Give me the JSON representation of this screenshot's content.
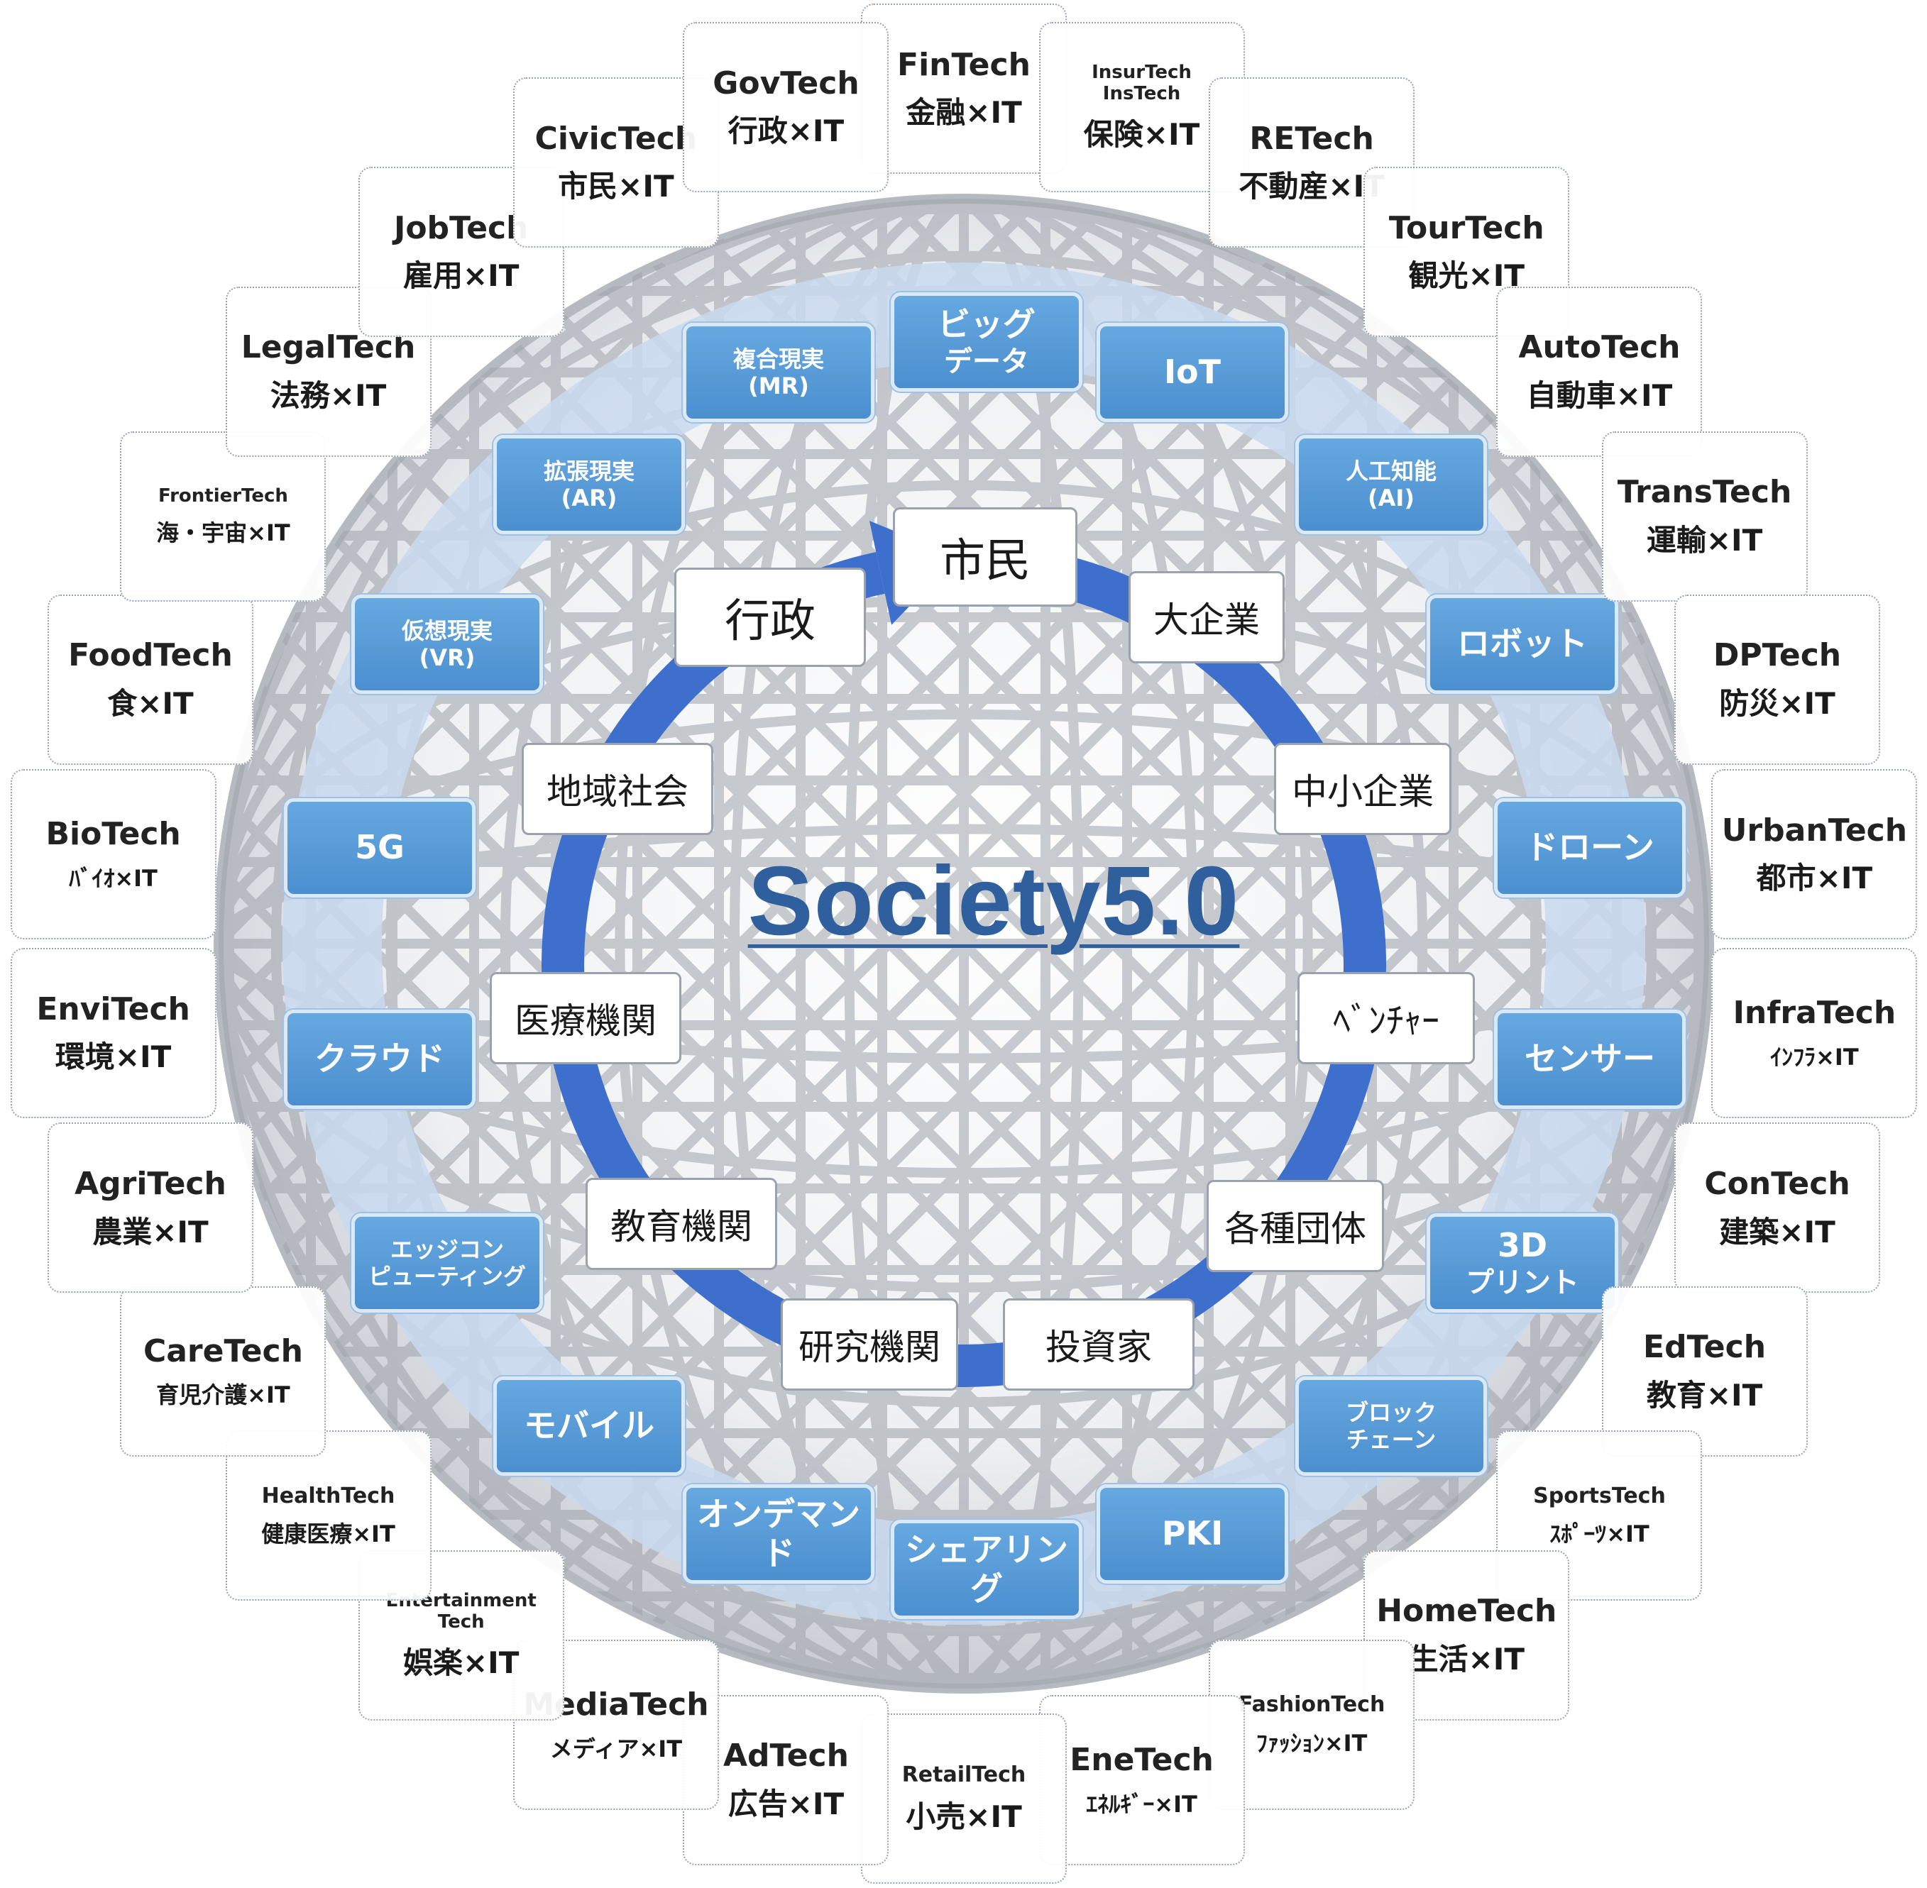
{
  "title": "Society5.0",
  "colors": {
    "tech_box_fill": "#5b9bd5",
    "cycle_arrow": "#3f6fcc",
    "band": "#c9d9ef",
    "title": "#2f5f9d"
  },
  "actors": [
    {
      "label": "市民"
    },
    {
      "label": "大企業"
    },
    {
      "label": "中小企業"
    },
    {
      "label": "ﾍﾞﾝﾁｬｰ"
    },
    {
      "label": "各種団体"
    },
    {
      "label": "投資家"
    },
    {
      "label": "研究機関"
    },
    {
      "label": "教育機関"
    },
    {
      "label": "医療機関"
    },
    {
      "label": "地域社会"
    },
    {
      "label": "行政"
    }
  ],
  "technologies": [
    {
      "lines": [
        "ビッグ",
        "データ"
      ]
    },
    {
      "lines": [
        "IoT"
      ]
    },
    {
      "lines": [
        "人工知能",
        "(AI)"
      ]
    },
    {
      "lines": [
        "ロボット"
      ]
    },
    {
      "lines": [
        "ドローン"
      ]
    },
    {
      "lines": [
        "センサー"
      ]
    },
    {
      "lines": [
        "3D",
        "プリント"
      ]
    },
    {
      "lines": [
        "ブロック",
        "チェーン"
      ]
    },
    {
      "lines": [
        "PKI"
      ]
    },
    {
      "lines": [
        "シェアリング"
      ]
    },
    {
      "lines": [
        "オンデマンド"
      ]
    },
    {
      "lines": [
        "モバイル"
      ]
    },
    {
      "lines": [
        "エッジコン",
        "ピューティング"
      ]
    },
    {
      "lines": [
        "クラウド"
      ]
    },
    {
      "lines": [
        "5G"
      ]
    },
    {
      "lines": [
        "仮想現実",
        "(VR)"
      ]
    },
    {
      "lines": [
        "拡張現実",
        "(AR)"
      ]
    },
    {
      "lines": [
        "複合現実",
        "(MR)"
      ]
    }
  ],
  "techs": [
    {
      "en": "FinTech",
      "ja": "金融×IT"
    },
    {
      "en": "InsurTech\nInsTech",
      "ja": "保険×IT"
    },
    {
      "en": "RETech",
      "ja": "不動産×IT"
    },
    {
      "en": "TourTech",
      "ja": "観光×IT"
    },
    {
      "en": "AutoTech",
      "ja": "自動車×IT"
    },
    {
      "en": "TransTech",
      "ja": "運輸×IT"
    },
    {
      "en": "DPTech",
      "ja": "防災×IT"
    },
    {
      "en": "UrbanTech",
      "ja": "都市×IT"
    },
    {
      "en": "InfraTech",
      "ja": "ｲﾝﾌﾗ×IT"
    },
    {
      "en": "ConTech",
      "ja": "建築×IT"
    },
    {
      "en": "EdTech",
      "ja": "教育×IT"
    },
    {
      "en": "SportsTech",
      "ja": "ｽﾎﾟｰﾂ×IT"
    },
    {
      "en": "HomeTech",
      "ja": "生活×IT"
    },
    {
      "en": "FashionTech",
      "ja": "ﾌｧｯｼｮﾝ×IT"
    },
    {
      "en": "EneTech",
      "ja": "ｴﾈﾙｷﾞｰ×IT"
    },
    {
      "en": "RetailTech",
      "ja": "小売×IT"
    },
    {
      "en": "AdTech",
      "ja": "広告×IT"
    },
    {
      "en": "MediaTech",
      "ja": "メディア×IT"
    },
    {
      "en": "Entertainment\nTech",
      "ja": "娯楽×IT"
    },
    {
      "en": "HealthTech",
      "ja": "健康医療×IT"
    },
    {
      "en": "CareTech",
      "ja": "育児介護×IT"
    },
    {
      "en": "AgriTech",
      "ja": "農業×IT"
    },
    {
      "en": "EnviTech",
      "ja": "環境×IT"
    },
    {
      "en": "BioTech",
      "ja": "ﾊﾞｲｵ×IT"
    },
    {
      "en": "FoodTech",
      "ja": "食×IT"
    },
    {
      "en": "FrontierTech",
      "ja": "海・宇宙×IT"
    },
    {
      "en": "LegalTech",
      "ja": "法務×IT"
    },
    {
      "en": "JobTech",
      "ja": "雇用×IT"
    },
    {
      "en": "CivicTech",
      "ja": "市民×IT"
    },
    {
      "en": "GovTech",
      "ja": "行政×IT"
    }
  ]
}
